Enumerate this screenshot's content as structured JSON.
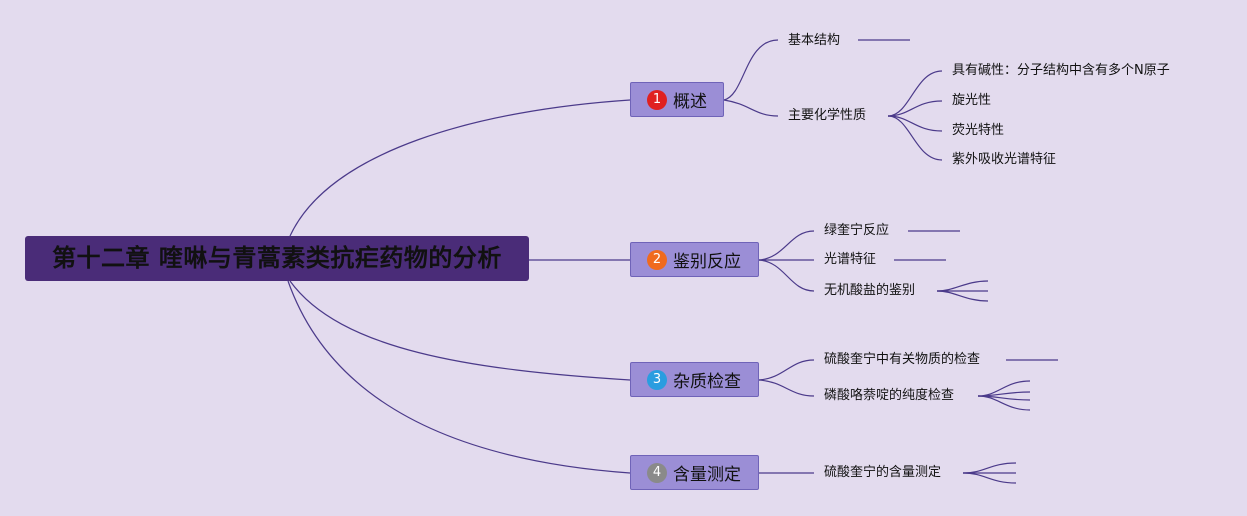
{
  "root": {
    "title": "第十二章 喹啉与青蒿素类抗疟药物的分析"
  },
  "colors": {
    "background": "#e3dbee",
    "root_fill": "#4a2c78",
    "topic_fill": "#9b8ed6",
    "line": "#4b3a8a",
    "badge_red": "#e02020",
    "badge_orange": "#f06a1e",
    "badge_blue": "#2a9de0",
    "badge_gray": "#8a8a8a"
  },
  "topics": [
    {
      "number": "1",
      "label": "概述",
      "badge_color": "#e02020",
      "children": [
        {
          "label": "基本结构"
        },
        {
          "label": "主要化学性质",
          "children": [
            "具有碱性：分子结构中含有多个N原子",
            "旋光性",
            "荧光特性",
            "紫外吸收光谱特征"
          ]
        }
      ]
    },
    {
      "number": "2",
      "label": "鉴别反应",
      "badge_color": "#f06a1e",
      "children": [
        {
          "label": "绿奎宁反应"
        },
        {
          "label": "光谱特征"
        },
        {
          "label": "无机酸盐的鉴别"
        }
      ]
    },
    {
      "number": "3",
      "label": "杂质检查",
      "badge_color": "#2a9de0",
      "children": [
        {
          "label": "硫酸奎宁中有关物质的检查"
        },
        {
          "label": "磷酸咯萘啶的纯度检查"
        }
      ]
    },
    {
      "number": "4",
      "label": "含量测定",
      "badge_color": "#8a8a8a",
      "children": [
        {
          "label": "硫酸奎宁的含量测定"
        }
      ]
    }
  ]
}
